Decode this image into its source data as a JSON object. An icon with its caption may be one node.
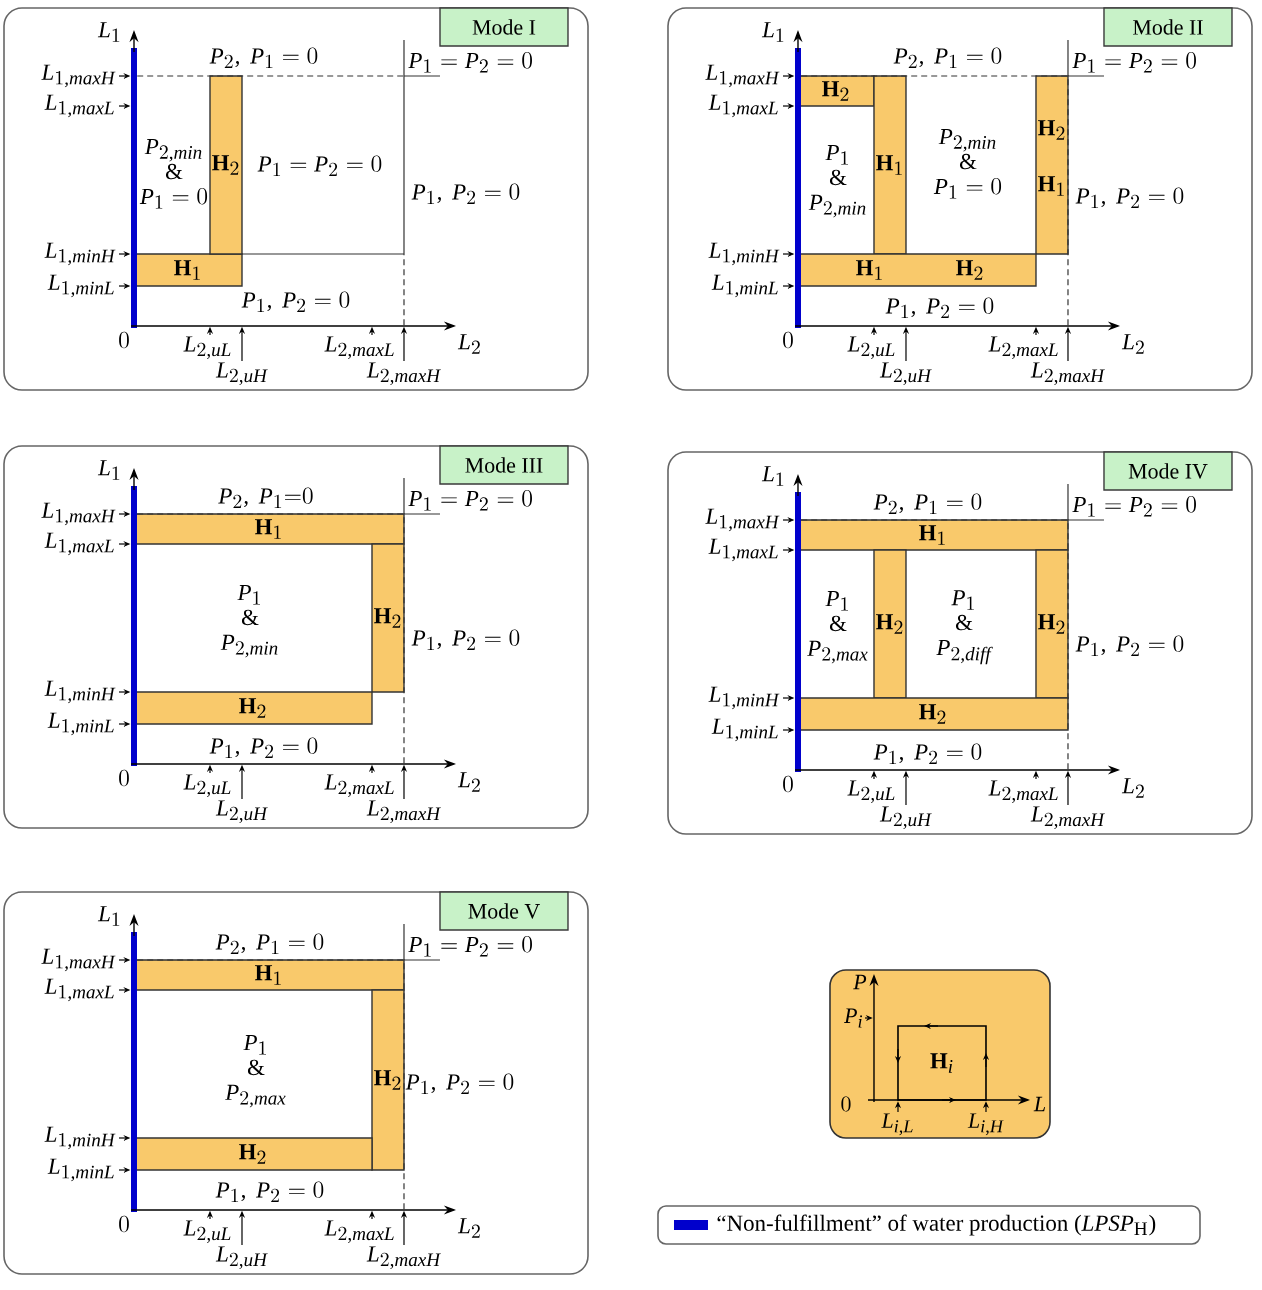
{
  "diagram": {
    "nodes": [
      {
        "text": [
          "L_1",
          "L_{1,maxH}",
          "L_{1,maxL}",
          "L_{1,minH}",
          "L_{1,minL}",
          "0",
          "L_{2,uL}",
          "L_{2,uH}",
          "L_{2,maxL}",
          "L_{2,maxH}",
          "L_2",
          "P_2,\\ P_1 = 0",
          "P_1 = P_2 = 0",
          "\\begin{array}{c}P_{2,min}\\\\ \\&\\\\ P_1 = 0\\end{array}",
          "P_1 = P_2 = 0",
          "P_1,\\ P_2 = 0",
          "P_1,\\ P_2 = 0"
        ]
      },
      {
        "text": [
          "Mode I"
        ],
        "in": 0
      },
      {
        "text": [
          "\\mathbf{H}_1"
        ],
        "in": 0
      },
      {
        "text": [
          "\\mathbf{H}_2"
        ],
        "in": 0
      },
      {
        "text": [
          "L_1",
          "L_{1,maxH}",
          "L_{1,maxL}",
          "L_{1,minH}",
          "L_{1,minL}",
          "0",
          "L_{2,uL}",
          "L_{2,uH}",
          "L_{2,maxL}",
          "L_{2,maxH}",
          "L_2",
          "P_2,\\ P_1 = 0",
          "P_1 = P_2 = 0",
          "\\begin{array}{c}P_1\\\\ \\&\\\\ P_{2,min}\\end{array}",
          "\\begin{array}{c}P_{2,min}\\\\ \\&\\\\ P_1 = 0\\end{array}",
          "P_1,\\ P_2 = 0",
          "P_1,\\ P_2 = 0"
        ]
      },
      {
        "text": [
          "Mode II"
        ],
        "in": 4
      },
      {
        "text": [
          "\\mathbf{H}_2"
        ],
        "in": 4
      },
      {
        "text": [
          "\\mathbf{H}_1"
        ],
        "in": 4
      },
      {
        "text": [
          "\\mathbf{H}_2",
          "\\mathbf{H}_1"
        ],
        "in": 4
      },
      {
        "text": [
          "\\mathbf{H}_1",
          "\\mathbf{H}_2"
        ],
        "in": 4
      },
      {
        "text": [
          "L_1",
          "L_{1,maxH}",
          "L_{1,maxL}",
          "L_{1,minH}",
          "L_{1,minL}",
          "0",
          "L_{2,uL}",
          "L_{2,uH}",
          "L_{2,maxL}",
          "L_{2,maxH}",
          "L_2",
          "P_2,\\ P_1{=}0",
          "P_1 = P_2 = 0",
          "\\begin{array}{c}P_1\\\\ \\&\\\\ P_{2,min}\\end{array}",
          "P_1,\\ P_2 = 0",
          "P_1,\\ P_2 = 0"
        ]
      },
      {
        "text": [
          "Mode III"
        ],
        "in": 10
      },
      {
        "text": [
          "\\mathbf{H}_1"
        ],
        "in": 10
      },
      {
        "text": [
          "\\mathbf{H}_2"
        ],
        "in": 10
      },
      {
        "text": [
          "\\mathbf{H}_2"
        ],
        "in": 10
      },
      {
        "text": [
          "L_1",
          "L_{1,maxH}",
          "L_{1,maxL}",
          "L_{1,minH}",
          "L_{1,minL}",
          "0",
          "L_{2,uL}",
          "L_{2,uH}",
          "L_{2,maxL}",
          "L_{2,maxH}",
          "L_2",
          "P_2,\\ P_1 = 0",
          "P_1 = P_2 = 0",
          "\\begin{array}{c}P_1\\\\ \\&\\\\ P_{2,max}\\end{array}",
          "\\begin{array}{c}P_1\\\\ \\&\\\\ P_{2,diff}\\end{array}",
          "P_1,\\ P_2 = 0",
          "P_1,\\ P_2 = 0"
        ]
      },
      {
        "text": [
          "Mode IV"
        ],
        "in": 15
      },
      {
        "text": [
          "\\mathbf{H}_1"
        ],
        "in": 15
      },
      {
        "text": [
          "\\mathbf{H}_2"
        ],
        "in": 15
      },
      {
        "text": [
          "\\mathbf{H}_2"
        ],
        "in": 15
      },
      {
        "text": [
          "\\mathbf{H}_2"
        ],
        "in": 15
      },
      {
        "text": [
          "L_1",
          "L_{1,maxH}",
          "L_{1,maxL}",
          "L_{1,minH}",
          "L_{1,minL}",
          "0",
          "L_{2,uL}",
          "L_{2,uH}",
          "L_{2,maxL}",
          "L_{2,maxH}",
          "L_2",
          "P_2,\\ P_1 = 0",
          "P_1 = P_2 = 0",
          "\\begin{array}{c}P_1\\\\ \\&\\\\ P_{2,max}\\end{array}",
          "P_1,\\ P_2 = 0",
          "P_1,\\ P_2 = 0"
        ]
      },
      {
        "text": [
          "Mode V"
        ],
        "in": 21
      },
      {
        "text": [
          "\\mathbf{H}_1"
        ],
        "in": 21
      },
      {
        "text": [
          "\\mathbf{H}_2"
        ],
        "in": 21
      },
      {
        "text": [
          "\\mathbf{H}_2"
        ],
        "in": 21
      },
      {
        "text": [
          "P",
          "P_i",
          "0",
          "L_{i,L}",
          "L_{i,H}",
          "L"
        ]
      },
      {
        "text": [
          "\\mathbf{H}_i"
        ],
        "in": 26
      }
    ],
    "legend": [
      {
        "text": "“Non-fulfillment” of water production (*LPSP*$_{H}$)",
        "color": "#0000cc"
      }
    ]
  }
}
